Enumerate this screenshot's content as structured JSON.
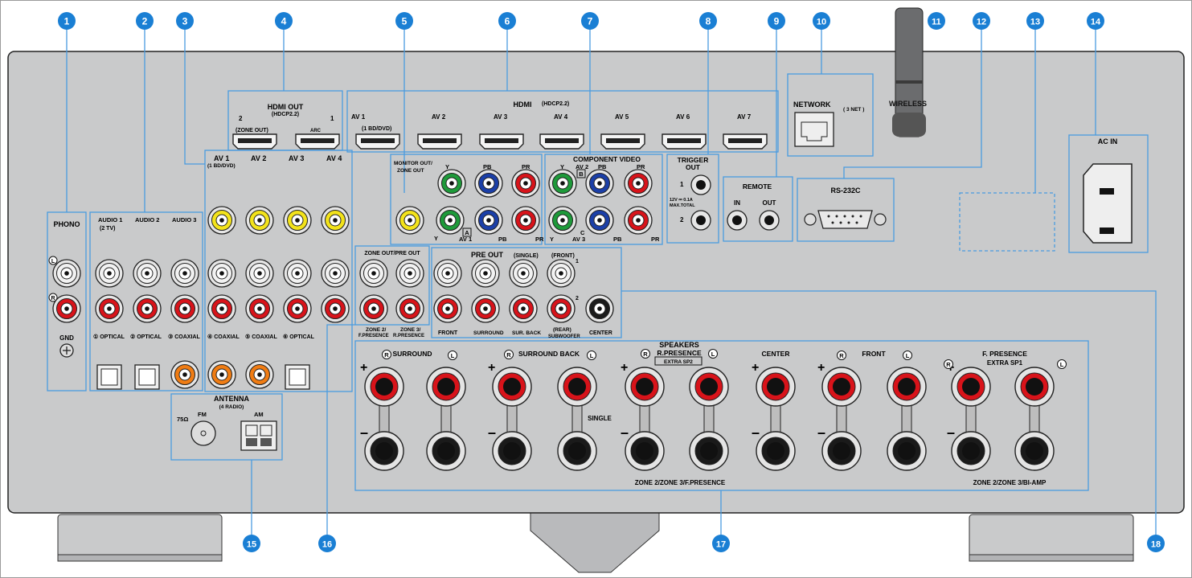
{
  "callouts": [
    "1",
    "2",
    "3",
    "4",
    "5",
    "6",
    "7",
    "8",
    "9",
    "10",
    "11",
    "12",
    "13",
    "14",
    "15",
    "16",
    "17",
    "18"
  ],
  "phono": {
    "title": "PHONO",
    "left": "L",
    "right": "R",
    "gnd": "GND"
  },
  "audio": {
    "audio1": "AUDIO 1",
    "audio1_sub": "(2 TV)",
    "audio2": "AUDIO 2",
    "audio3": "AUDIO 3",
    "opt1": "① OPTICAL",
    "opt2": "② OPTICAL",
    "coax3": "③ COAXIAL"
  },
  "av": {
    "av1": "AV 1",
    "av1_sub": "(1 BD/DVD)",
    "av2": "AV 2",
    "av3": "AV 3",
    "av4": "AV 4",
    "coax4": "④ COAXIAL",
    "coax5": "⑤ COAXIAL",
    "opt6": "⑥ OPTICAL"
  },
  "hdmi_out": {
    "title": "HDMI OUT",
    "sub": "(HDCP2.2)",
    "p2": "2",
    "p1": "1",
    "zone_out": "(ZONE OUT)",
    "arc": "ARC"
  },
  "hdmi_in": {
    "title": "HDMI",
    "sub": "(HDCP2.2)",
    "av1": "AV 1",
    "av1_sub": "(1 BD/DVD)",
    "av2": "AV 2",
    "av3": "AV 3",
    "av4": "AV 4",
    "av5": "AV 5",
    "av6": "AV 6",
    "av7": "AV 7"
  },
  "monitor_out": {
    "title": "MONITOR OUT/",
    "title2": "ZONE OUT"
  },
  "component": {
    "title": "COMPONENT VIDEO",
    "y": "Y",
    "pb": "PB",
    "pr": "PR",
    "av2": "AV 2",
    "b": "B",
    "a": "A",
    "av1": "AV 1",
    "c": "C",
    "av3": "AV 3"
  },
  "trigger": {
    "title": "TRIGGER",
    "title2": "OUT",
    "n1": "1",
    "n2": "2",
    "spec": "12V ⎓ 0.1A",
    "spec2": "MAX.TOTAL"
  },
  "remote": {
    "title": "REMOTE",
    "in": "IN",
    "out": "OUT"
  },
  "network": {
    "title": "NETWORK",
    "sub": "( 3 NET )"
  },
  "wireless": {
    "title": "WIRELESS"
  },
  "rs232c": {
    "title": "RS-232C"
  },
  "ac_in": {
    "title": "AC IN"
  },
  "antenna": {
    "title": "ANTENNA",
    "sub": "(4 RADIO)",
    "fm": "FM",
    "ohm": "75Ω",
    "am": "AM"
  },
  "zone_pre_out": {
    "title": "ZONE OUT/PRE OUT",
    "z2": "ZONE 2/",
    "z2b": "F.PRESENCE",
    "z3": "ZONE 3/",
    "z3b": "R.PRESENCE"
  },
  "pre_out": {
    "title": "PRE OUT",
    "single": "(SINGLE)",
    "front_tag": "(FRONT)",
    "n1": "1",
    "n2": "2",
    "front": "FRONT",
    "surround": "SURROUND",
    "sur_back": "SUR. BACK",
    "rear": "(REAR)",
    "subwoofer": "SUBWOOFER",
    "center": "CENTER"
  },
  "speakers": {
    "title": "SPEAKERS",
    "r_presence": "R.PRESENCE",
    "extra_sp2": "EXTRA SP2",
    "surround": "SURROUND",
    "surround_back": "SURROUND BACK",
    "center": "CENTER",
    "front": "FRONT",
    "f_presence": "F. PRESENCE",
    "extra_sp1": "EXTRA SP1",
    "single": "SINGLE",
    "r": "R",
    "l": "L",
    "plus": "+",
    "minus": "–",
    "zone_fp": "ZONE 2/ZONE 3/F.PRESENCE",
    "zone_biamp": "ZONE 2/ZONE 3/BI-AMP"
  },
  "colors": {
    "panel": "#c9cacb",
    "callout": "#1a7fd4",
    "box": "#4a9be0",
    "red": "#d8131a",
    "yellow": "#f3e31a",
    "green": "#1e9a3a",
    "blue": "#1b3fa8",
    "orange": "#f07c13"
  }
}
